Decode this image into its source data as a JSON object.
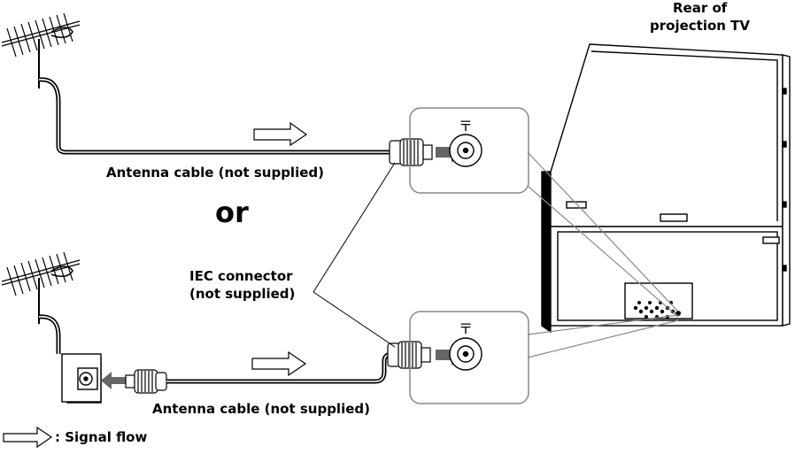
{
  "labels": {
    "rear_line1": "Rear of",
    "rear_line2": "projection TV",
    "antenna_cable_top": "Antenna cable (not supplied)",
    "or": "or",
    "iec_line1": "IEC connector",
    "iec_line2": "(not supplied)",
    "antenna_cable_bottom": "Antenna cable (not supplied)",
    "legend": ": Signal flow"
  },
  "connector_symbol": "〒",
  "colors": {
    "line": "#000000",
    "fill": "#ffffff",
    "arrow": "#666666",
    "panel_border": "#888888"
  }
}
